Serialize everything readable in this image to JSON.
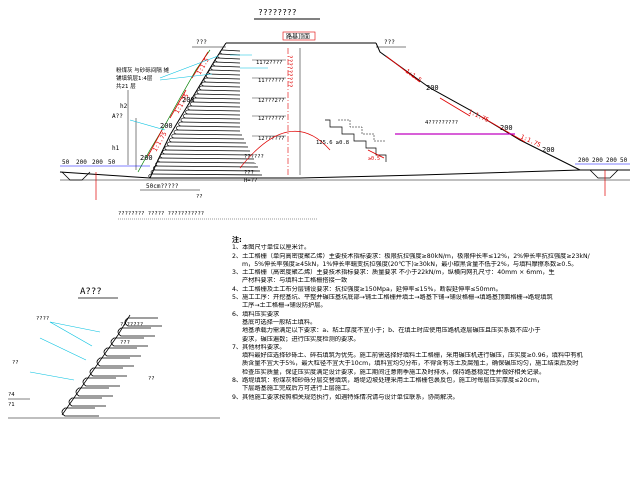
{
  "drawing": {
    "title": "????????",
    "top_label_left": "???",
    "top_label_right": "???",
    "crown_label": "路基顶面",
    "layer_note": "粉煤灰 与砂砾间隔 摊铺填筑层1:4层 共21 层",
    "section_mark": "A??",
    "elevations": [
      "11?2????",
      "11??????",
      "12???2??",
      "12??????",
      "12??????"
    ],
    "rotated_note": "?????????",
    "right_slopes": [
      "1:1.5",
      "1:1.75",
      "1:1.75"
    ],
    "right_dims": [
      "200",
      "200",
      "200"
    ],
    "right_mid_label": "4?????????",
    "left_slopes": [
      "1:1.5",
      "1:1.75",
      "1:1.75"
    ],
    "left_dims": [
      "200",
      "200",
      "200"
    ],
    "left_h_labels": [
      "h1",
      "h2"
    ],
    "toe_left": [
      "50",
      "200",
      "200",
      "50"
    ],
    "toe_right": [
      "200",
      "200",
      "200",
      "50"
    ],
    "base_labels": [
      "??????",
      "???",
      "H=??",
      "125.6 ≥0.8"
    ],
    "bottom_dim": "50cm?????",
    "bottom_tick": "??",
    "caption": "???????? ????? ???????????"
  },
  "detail": {
    "title": "A???",
    "labels": [
      "????",
      "???????",
      "???",
      "??",
      "??",
      "?4",
      "?1"
    ]
  },
  "notes": {
    "heading": "注:",
    "items": [
      "1、本图尺寸单位以厘米计。",
      "2、土工格栅（单向高密度聚乙烯）主要技术指标要求：极限抗拉强度≥80kN/m，极限伸长率≤12%，2%伸长率抗拉强度≥23kN/",
      "m，5%伸长率强度≥45kN，1%伸长率蠕变抗拉强度(20℃下)≥30kN，最小碳黑含量不低于2%，与填料摩擦系数≥0.5。",
      "3、土工格栅（高密度聚乙烯）主要技术指标要求：质量要求 不小于22kN/m，纵横向网孔尺寸：40mm × 6mm，生",
      "产材料要求：与填料土工格栅搭接一致",
      "4、土工格栅及土工布分层铺设要求：抗拉强度≥150Mpa，延伸率≤15%，断裂延伸率≤50mm。",
      "5、施工工序：开挖基坑、平整并碾压基坑底部→铺土工格栅并填土→路基下铺→铺设格栅→填路基顶面格栅→路堤填筑",
      "工序→土工格栅→铺设防护层。",
      "6、填料压实要求",
      "基底可选择一般粘土填料。",
      "地基承载力需满足以下要求：a、粘土厚度不宜小于；b、在填土时应使用压路机逐层碾压且压实系数不应小于",
      "要求，碾压遍数；进行压实度检测的要求。",
      "7、其他材料要求。",
      "填料最好应选择砂砾土、碎石填筑为优先。施工前需选择好填料土工格栅，采用碾压机进行碾压，压实度≥0.96，填料中有机",
      "质含量不宜大于5%，最大粒径不宜大于10cm，填料宜均匀分布，不得含有冻土及腐殖土，确保碾压均匀，施工结束后及时",
      "检查压实质量，保证压实度满足设计要求，施工期间注意雨季施工及时排水，保持路基稳定性并做好相关记录。",
      "8、路堤填筑：粉煤灰和砂砾分层交替填筑，路堤边坡处理采用土工格栅包裹反包，施工时每层压实厚度≤20cm，",
      "下层路基施工完成后方可进行上层施工。",
      "9、其他施工要求按照相关规范执行，如遇特殊情况请与设计单位联系，协商解决。"
    ]
  },
  "colors": {
    "line": "#000000",
    "accent_cyan": "#00c0e0",
    "accent_red": "#e00000",
    "accent_magenta": "#c000c0",
    "accent_green": "#008000",
    "accent_blue": "#0000ff"
  }
}
